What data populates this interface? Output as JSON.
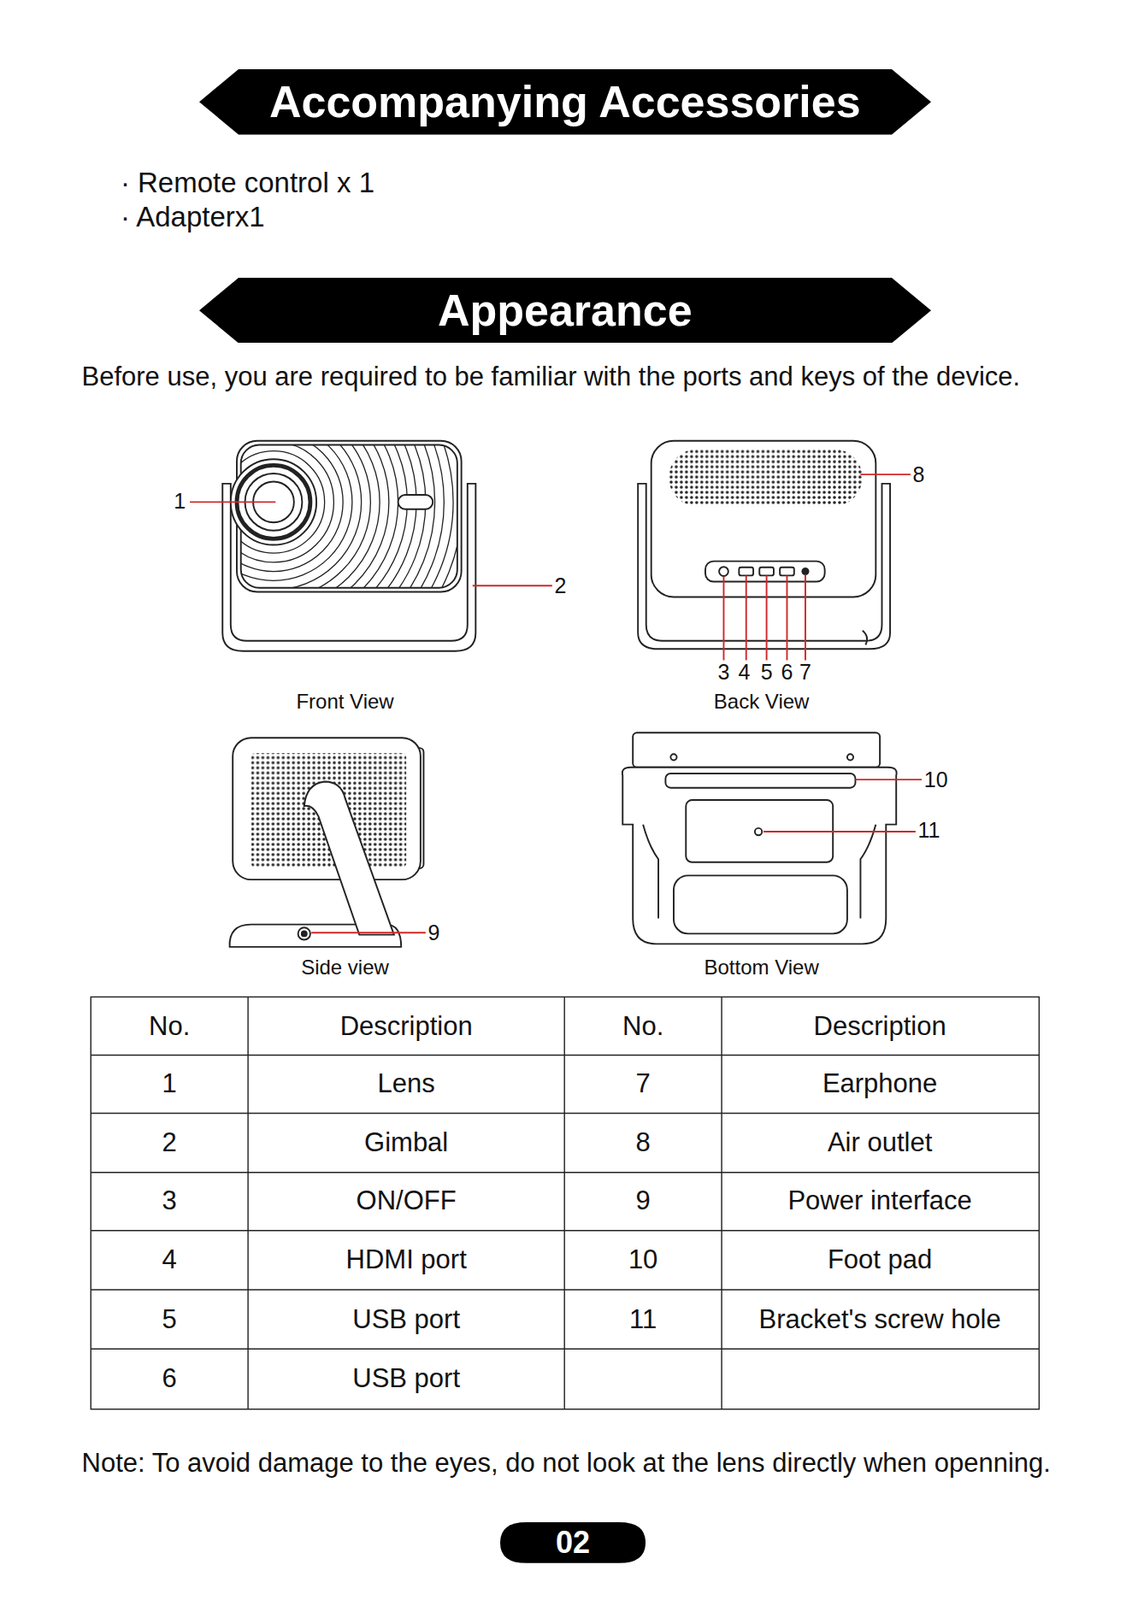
{
  "diagram": {
    "nodes": [
      {
        "text": [
          "Accompanying Accessories"
        ]
      },
      {
        "text": [
          "Appearance"
        ]
      },
      {
        "text": [
          "02"
        ]
      }
    ],
    "labels": [
      "· Remote control x 1",
      "· Adapterx1",
      "Before use, you are required to be familiar with the ports and keys of the device.",
      "1",
      "2",
      "8",
      "3",
      "4",
      "5",
      "6",
      "7",
      "Front View",
      "Back View",
      "9",
      "10",
      "11",
      "Side view",
      "Bottom View",
      "No.",
      "Description",
      "No.",
      "Description",
      "1",
      "Lens",
      "7",
      "Earphone",
      "2",
      "Gimbal",
      "8",
      "Air outlet",
      "3",
      "ON/OFF",
      "9",
      "Power interface",
      "4",
      "HDMI port",
      "10",
      "Foot pad",
      "5",
      "USB port",
      "11",
      "Bracket's screw hole",
      "6",
      "USB port",
      "Note: To avoid damage to the eyes, do not look at the lens directly when openning."
    ]
  }
}
